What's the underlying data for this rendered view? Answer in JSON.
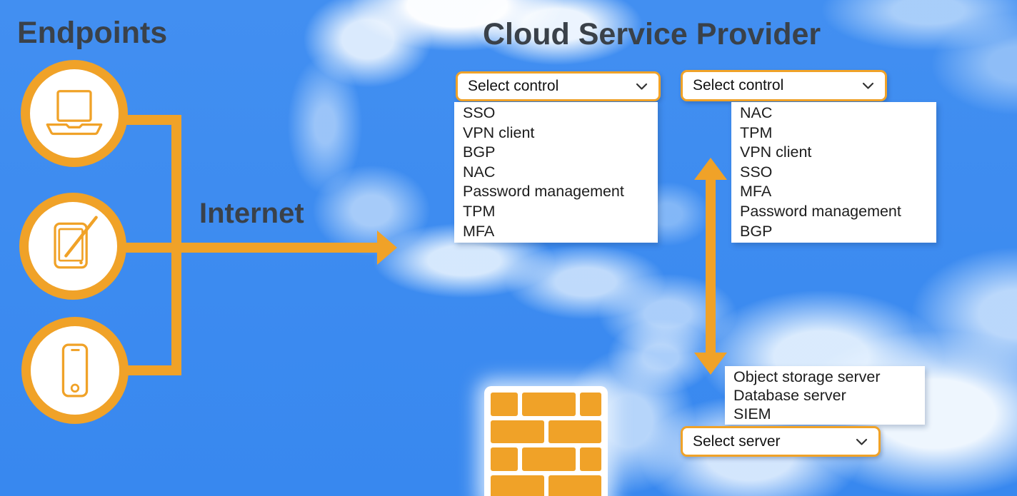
{
  "titles": {
    "endpoints": "Endpoints",
    "cloud_service_provider": "Cloud Service Provider",
    "internet": "Internet"
  },
  "dropdowns": {
    "control_left": {
      "value": "Select control",
      "options": [
        "SSO",
        "VPN client",
        "BGP",
        "NAC",
        "Password management",
        "TPM",
        "MFA"
      ]
    },
    "control_right": {
      "value": "Select control",
      "options": [
        "NAC",
        "TPM",
        "VPN client",
        "SSO",
        "MFA",
        "Password management",
        "BGP"
      ]
    },
    "server": {
      "value": "Select server",
      "options": [
        "Object storage server",
        "Database server",
        "SIEM"
      ]
    }
  },
  "icons": {
    "laptop": "laptop-icon",
    "tablet": "tablet-stylus-icon",
    "smartphone": "smartphone-icon",
    "firewall": "firewall-icon",
    "chevron": "chevron-down-icon",
    "internet_arrow": "arrow-right-icon",
    "exchange_arrow": "arrow-up-down-icon"
  },
  "colors": {
    "sky_blue": "#3b8bf0",
    "accent_orange": "#f0a228",
    "title_text": "#3a4149",
    "option_text": "#1c1c1c",
    "panel_white": "#ffffff"
  }
}
